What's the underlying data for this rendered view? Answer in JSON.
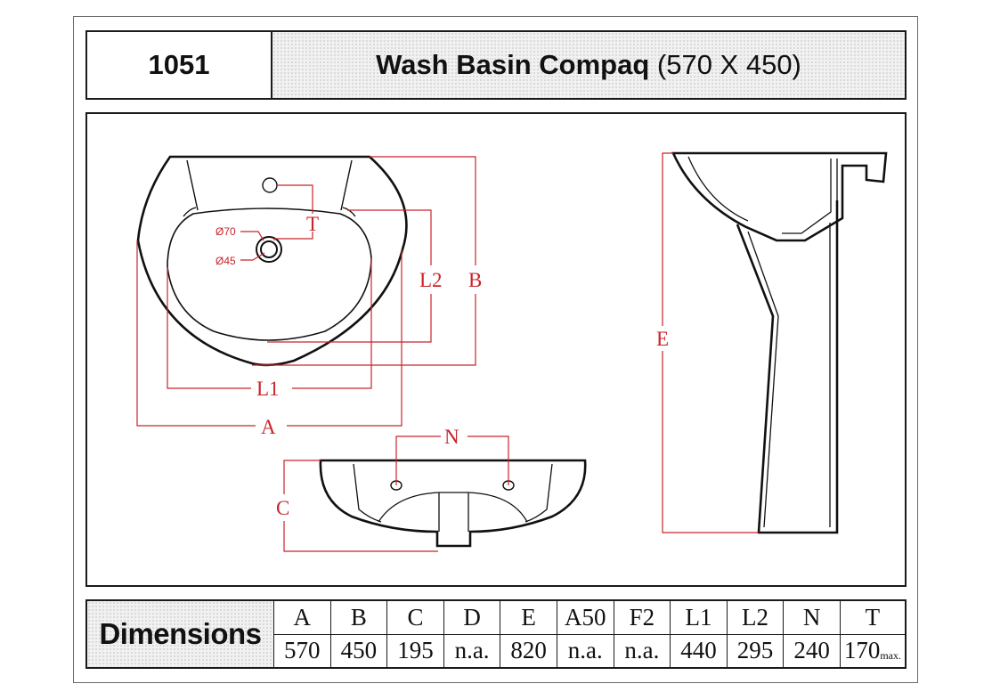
{
  "header": {
    "model_number": "1051",
    "product_name": "Wash Basin Compaq",
    "product_size": "(570 X 450)"
  },
  "drawing": {
    "labels": {
      "T": "T",
      "L2": "L2",
      "B": "B",
      "L1": "L1",
      "A": "A",
      "N": "N",
      "C": "C",
      "E": "E",
      "tap_hole_outer": "Ø70",
      "tap_hole_inner": "Ø45"
    },
    "colors": {
      "outline": "#111111",
      "dimension": "#c8242b"
    }
  },
  "dimensions": {
    "title": "Dimensions",
    "columns": [
      {
        "key": "A",
        "value": "570",
        "suffix": ""
      },
      {
        "key": "B",
        "value": "450",
        "suffix": ""
      },
      {
        "key": "C",
        "value": "195",
        "suffix": ""
      },
      {
        "key": "D",
        "value": "n.a.",
        "suffix": ""
      },
      {
        "key": "E",
        "value": "820",
        "suffix": ""
      },
      {
        "key": "A50",
        "value": "n.a.",
        "suffix": ""
      },
      {
        "key": "F2",
        "value": "n.a.",
        "suffix": ""
      },
      {
        "key": "L1",
        "value": "440",
        "suffix": ""
      },
      {
        "key": "L2",
        "value": "295",
        "suffix": ""
      },
      {
        "key": "N",
        "value": "240",
        "suffix": ""
      },
      {
        "key": "T",
        "value": "170",
        "suffix": "max."
      }
    ]
  }
}
